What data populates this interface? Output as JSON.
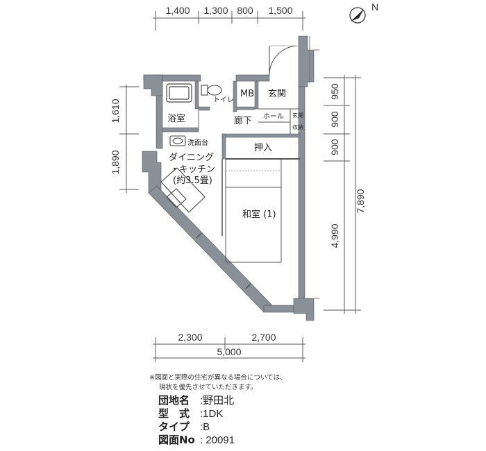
{
  "dimensions": {
    "top": [
      "1,400",
      "1,300",
      "800",
      "1,500"
    ],
    "left": [
      "1,610",
      "1,890"
    ],
    "right_inner": [
      "950",
      "900",
      "900",
      "4,990"
    ],
    "right_total": "7,890",
    "bottom": [
      "2,300",
      "2,700"
    ],
    "bottom_total": "5,000"
  },
  "compass": {
    "label": "N"
  },
  "rooms": {
    "bathroom": "浴室",
    "toilet": "トイレ",
    "mb": "MB",
    "entrance": "玄関",
    "hall": "ホール",
    "entrance_storage": [
      "玄関",
      "収納"
    ],
    "corridor": "廊下",
    "washbasin": "洗面台",
    "closet": "押入",
    "dk_line1": "ダイニング",
    "dk_line2": "・キッチン",
    "dk_line3": "(約3.5畳)",
    "washitsu": "和室 (1)"
  },
  "note": {
    "line1": "※図面と実際の住宅が異なる場合については、",
    "line2": "現状を優先させていただきます。"
  },
  "info": [
    {
      "key": "団地名",
      "value": ":野田北"
    },
    {
      "key": "型　式",
      "value": ":1DK"
    },
    {
      "key": "タイプ",
      "value": ":B"
    },
    {
      "key": "図面No",
      "value": ": 20091"
    }
  ]
}
